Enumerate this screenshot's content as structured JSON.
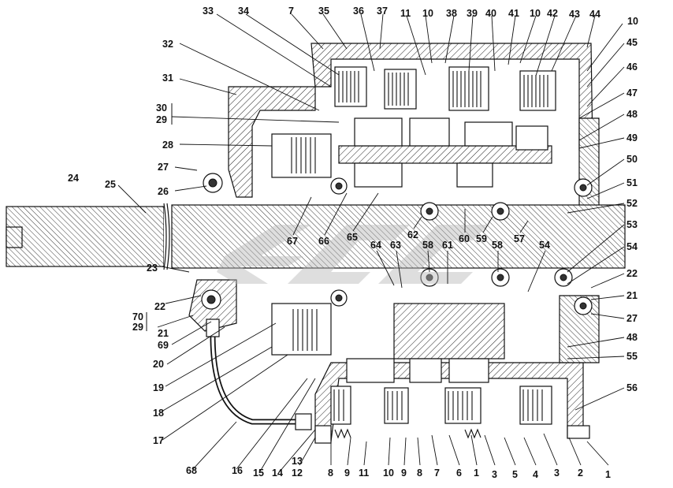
{
  "figure": {
    "description_colors": {
      "ink": "#111111",
      "paper": "#ffffff",
      "watermark": "#b8b8b8"
    },
    "watermark_text": "EQP",
    "callouts": {
      "top": [
        "33",
        "34",
        "7",
        "35",
        "36",
        "37",
        "11",
        "10",
        "38",
        "39",
        "40",
        "41",
        "10",
        "42",
        "43",
        "44",
        "10"
      ],
      "left": [
        "32",
        "31",
        "30",
        "29",
        "28",
        "27",
        "26",
        "24",
        "25",
        "23",
        "22",
        "70",
        "29",
        "21",
        "69",
        "20",
        "19",
        "18",
        "17",
        "68",
        "16",
        "15",
        "14",
        "13",
        "12"
      ],
      "right": [
        "45",
        "46",
        "47",
        "48",
        "49",
        "50",
        "51",
        "52",
        "53",
        "54",
        "22",
        "21",
        "27",
        "48",
        "55",
        "56"
      ],
      "bottom": [
        "8",
        "9",
        "11",
        "10",
        "9",
        "8",
        "7",
        "6",
        "1",
        "3",
        "5",
        "4",
        "3",
        "2",
        "1"
      ],
      "inner": [
        "67",
        "66",
        "65",
        "62",
        "60",
        "59",
        "57",
        "64",
        "63",
        "58",
        "61",
        "58",
        "54"
      ]
    }
  }
}
